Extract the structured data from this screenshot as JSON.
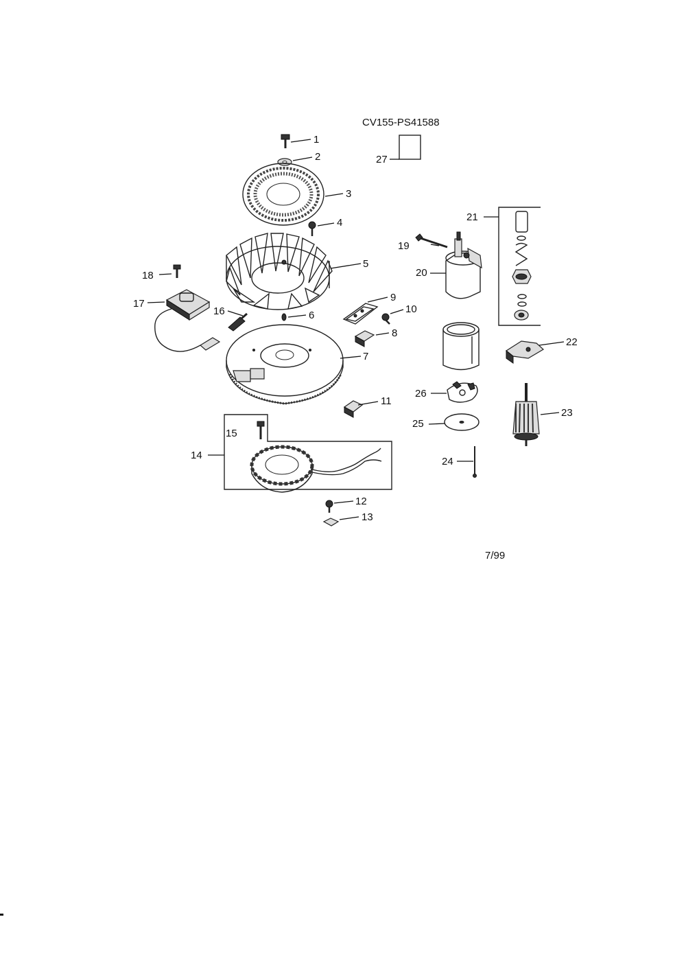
{
  "model_code": "CV155-PS41588",
  "date_code": "7/99",
  "callouts": [
    "1",
    "2",
    "3",
    "4",
    "5",
    "6",
    "7",
    "8",
    "9",
    "10",
    "11",
    "12",
    "13",
    "14",
    "15",
    "16",
    "17",
    "18",
    "19",
    "20",
    "21",
    "22",
    "23",
    "24",
    "25",
    "26",
    "27"
  ]
}
